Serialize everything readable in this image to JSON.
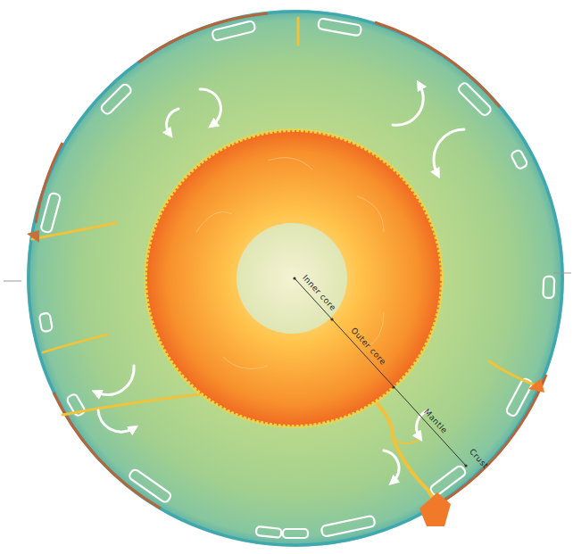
{
  "diagram": {
    "labels": [
      "Inner core",
      "Outer core",
      "Mantle",
      "Crust"
    ]
  }
}
